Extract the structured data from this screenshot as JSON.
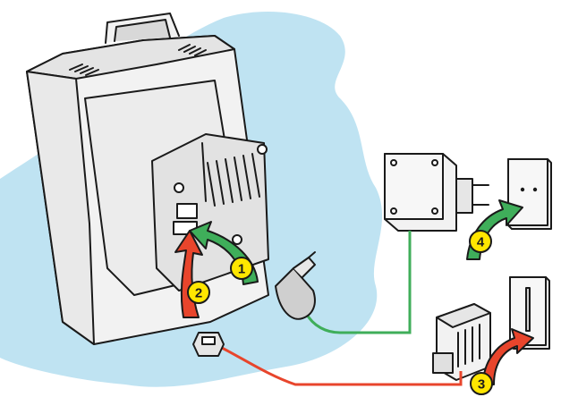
{
  "steps": [
    {
      "number": "1",
      "color": "#ffe600"
    },
    {
      "number": "2",
      "color": "#ffe600"
    },
    {
      "number": "3",
      "color": "#ffe600"
    },
    {
      "number": "4",
      "color": "#ffe600"
    }
  ],
  "colors": {
    "background_splash": "#bfe3f2",
    "green_arrow": "#3fae5a",
    "red_arrow": "#e8452c",
    "green_cable": "#3fae5a",
    "red_cable": "#e8452c",
    "device_body": "#f2f2f2",
    "outline": "#1a1a1a"
  },
  "icons": [
    "answering-machine-device",
    "power-adapter",
    "power-wall-socket",
    "phone-wall-socket-adapter",
    "phone-wall-socket",
    "dc-power-plug",
    "phone-line-plug"
  ]
}
